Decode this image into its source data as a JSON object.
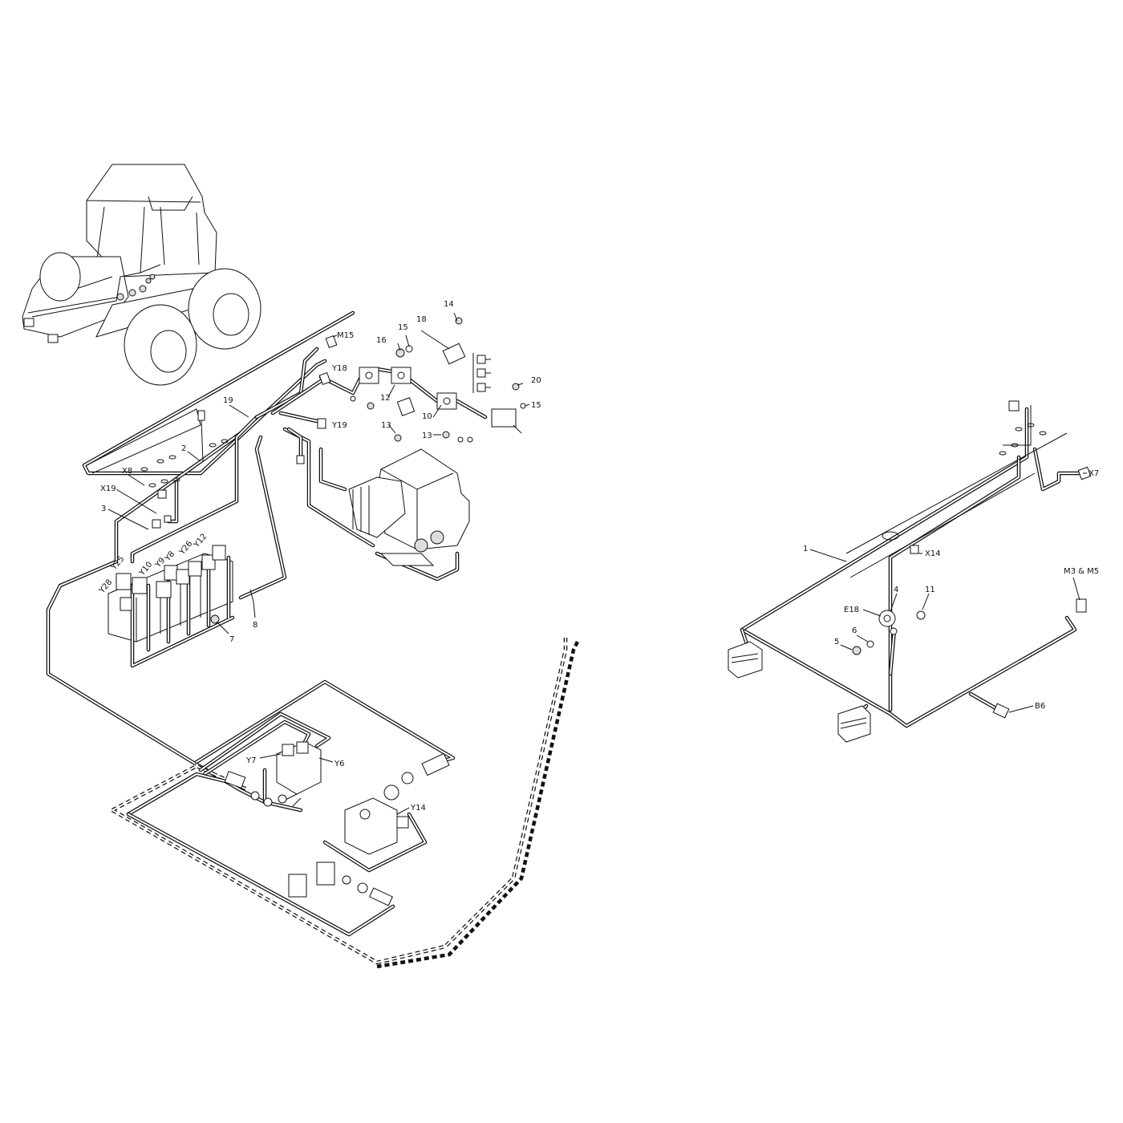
{
  "labels": {
    "m15": "M15",
    "y18": "Y18",
    "y19": "Y19",
    "n19": "19",
    "n2": "2",
    "x8": "X8",
    "x19": "X19",
    "n3": "3",
    "y25": "Y25",
    "y28": "Y28",
    "y10": "Y10",
    "y9": "Y9",
    "y8": "Y8",
    "y26": "Y26",
    "y12": "Y12",
    "n7": "7",
    "n8": "8",
    "n14": "14",
    "n15a": "15",
    "n16": "16",
    "n18": "18",
    "n12": "12",
    "n13a": "13",
    "n13b": "13",
    "n10": "10",
    "n20": "20",
    "n15b": "15",
    "y7": "Y7",
    "y6": "Y6",
    "y14": "Y14",
    "n1": "1",
    "x7": "X7",
    "x14": "X14",
    "n4": "4",
    "n11": "11",
    "e18": "E18",
    "n6": "6",
    "n5": "5",
    "m3m5": "M3 & M5",
    "b6": "B6"
  }
}
